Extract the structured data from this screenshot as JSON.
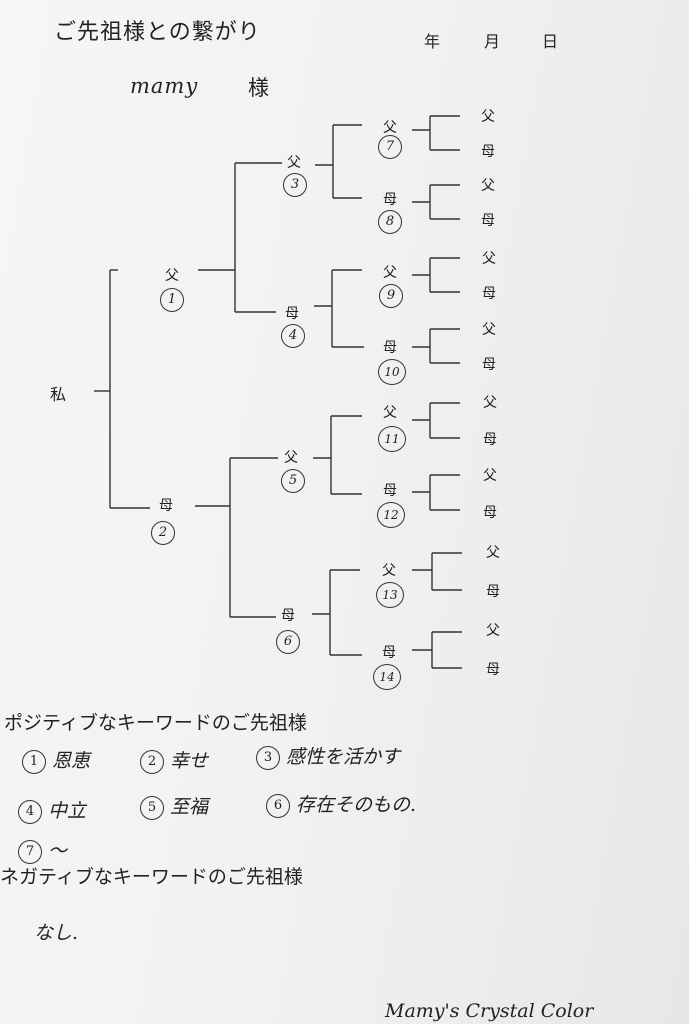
{
  "title": "ご先祖様との繋がり",
  "date_labels": {
    "year": "年",
    "month": "月",
    "day": "日"
  },
  "client": {
    "name": "mamy",
    "honorific": "様"
  },
  "self_label": "私",
  "tree": {
    "gen1": [
      {
        "role": "父",
        "num": "1"
      },
      {
        "role": "母",
        "num": "2"
      }
    ],
    "gen2": [
      {
        "role": "父",
        "num": "3"
      },
      {
        "role": "母",
        "num": "4"
      },
      {
        "role": "父",
        "num": "5"
      },
      {
        "role": "母",
        "num": "6"
      }
    ],
    "gen3": [
      {
        "role": "父",
        "num": "7"
      },
      {
        "role": "母",
        "num": "8"
      },
      {
        "role": "父",
        "num": "9"
      },
      {
        "role": "母",
        "num": "10"
      },
      {
        "role": "父",
        "num": "11"
      },
      {
        "role": "母",
        "num": "12"
      },
      {
        "role": "父",
        "num": "13"
      },
      {
        "role": "母",
        "num": "14"
      }
    ],
    "gen4": [
      "父",
      "母",
      "父",
      "母",
      "父",
      "母",
      "父",
      "母",
      "父",
      "母",
      "父",
      "母",
      "父",
      "母",
      "父",
      "母"
    ]
  },
  "positive": {
    "heading": "ポジティブなキーワードのご先祖様",
    "rows": [
      [
        {
          "num": "1",
          "text": "恩恵"
        },
        {
          "num": "2",
          "text": "幸せ"
        },
        {
          "num": "3",
          "text": "感性を活かす"
        }
      ],
      [
        {
          "num": "4",
          "text": "中立"
        },
        {
          "num": "5",
          "text": "至福"
        },
        {
          "num": "6",
          "text": "存在そのもの."
        }
      ],
      [
        {
          "num": "7",
          "text": "〜"
        }
      ]
    ]
  },
  "negative": {
    "heading": "ネガティブなキーワードのご先祖様",
    "answer": "なし."
  },
  "brand": "Mamy's Crystal Color"
}
